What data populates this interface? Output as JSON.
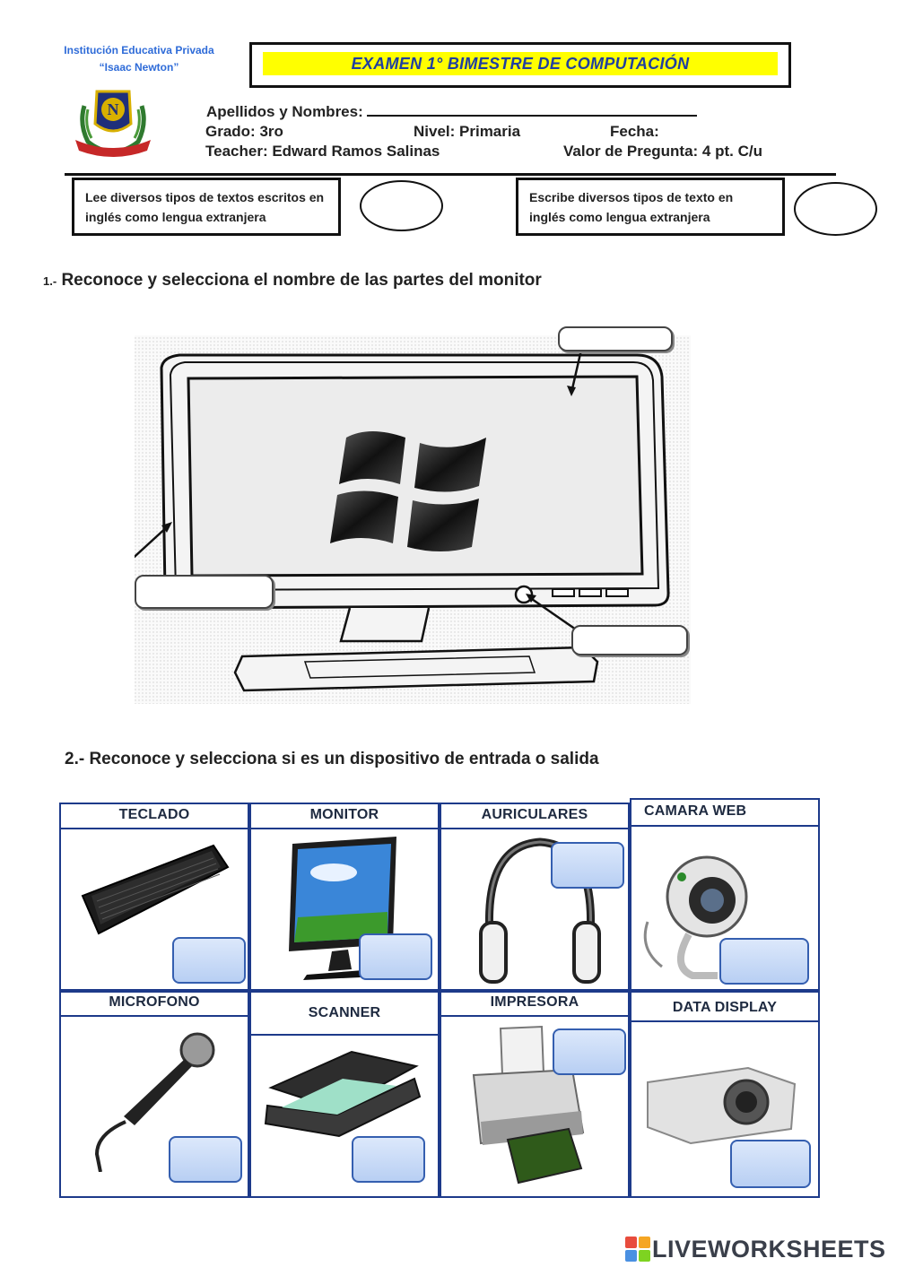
{
  "header": {
    "school_line1": "Institución Educativa Privada",
    "school_line2": "“Isaac Newton”",
    "exam_title": "EXAMEN 1°  BIMESTRE DE COMPUTACIÓN",
    "names_label": "Apellidos y Nombres:",
    "grade": "Grado: 3ro",
    "level": "Nivel: Primaria",
    "date_label": "Fecha:",
    "teacher": "Teacher: Edward Ramos Salinas",
    "value": "Valor de Pregunta: 4 pt. C/u"
  },
  "competencies": {
    "left": "Lee diversos tipos de textos escritos en inglés como lengua extranjera",
    "right": "Escribe diversos tipos de texto en inglés como  lengua extranjera"
  },
  "question1": {
    "number": "1.-",
    "text": "Reconoce y selecciona el nombre de las partes del monitor"
  },
  "question2": {
    "text": "2.- Reconoce y selecciona si es un dispositivo de entrada o salida"
  },
  "devices": [
    {
      "label": "TECLADO"
    },
    {
      "label": "MONITOR"
    },
    {
      "label": "AURICULARES"
    },
    {
      "label": "CAMARA WEB"
    },
    {
      "label": "MICROFONO"
    },
    {
      "label": "SCANNER"
    },
    {
      "label": "IMPRESORA"
    },
    {
      "label": "DATA DISPLAY"
    }
  ],
  "footer": {
    "brand": "LIVEWORKSHEETS"
  },
  "colors": {
    "title_band": "#ffff00",
    "title_text": "#1f3fa0",
    "school_text": "#2e6bd8",
    "grid_border": "#1d3a8a",
    "drop_box": "#b8cff3"
  }
}
